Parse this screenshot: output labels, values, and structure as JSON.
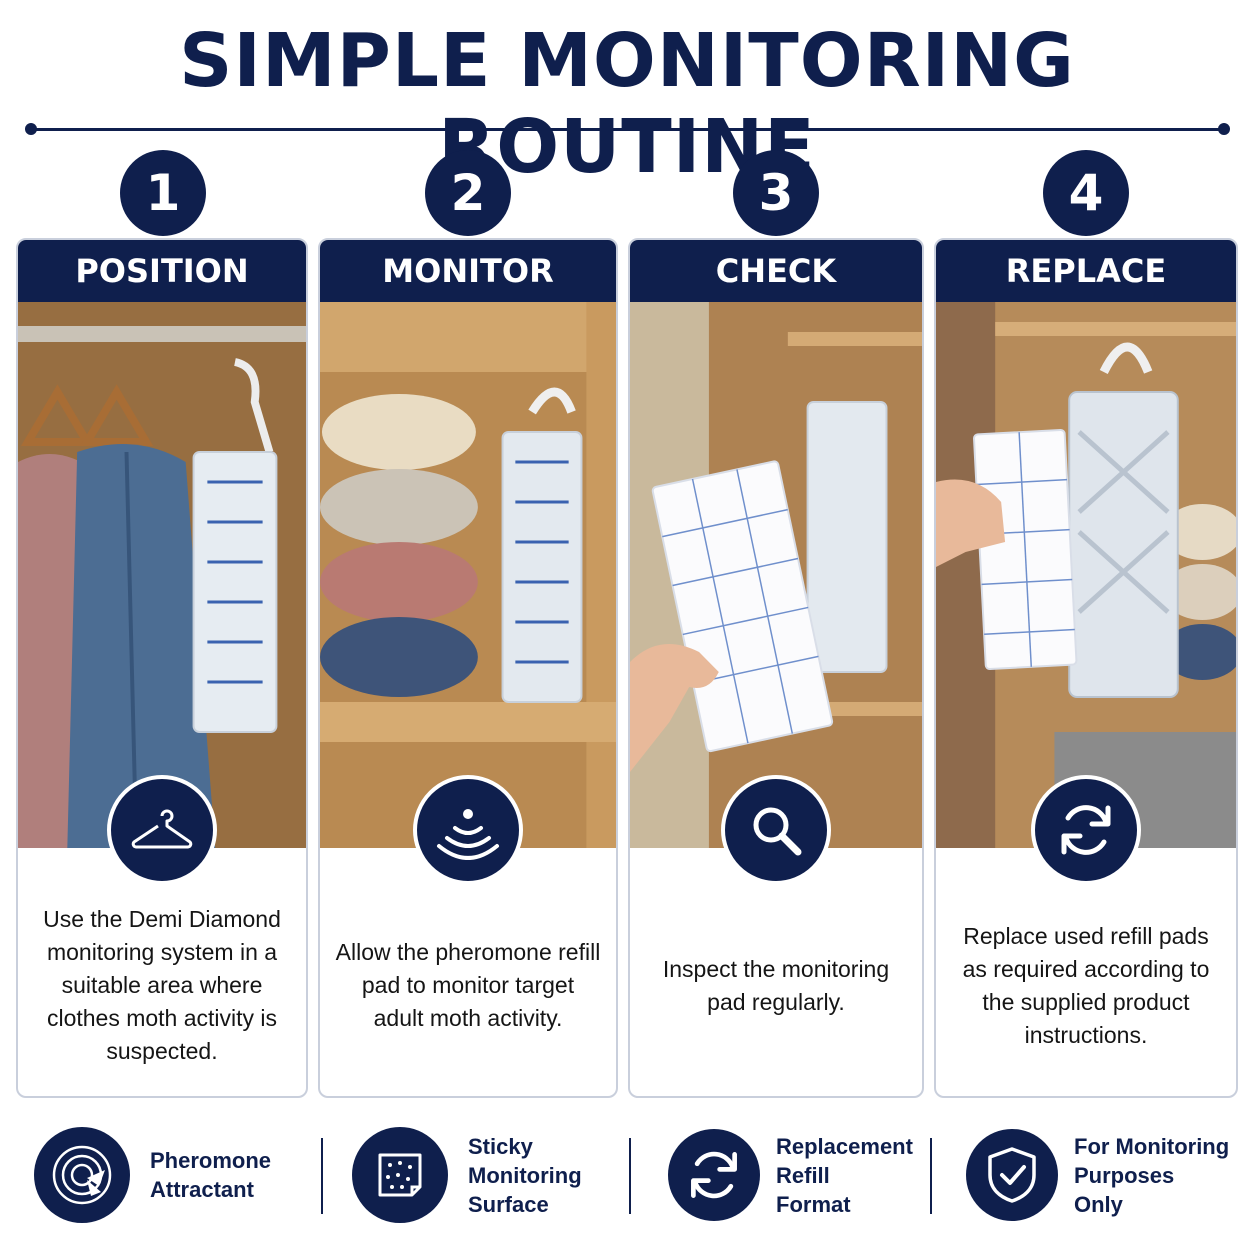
{
  "page": {
    "title": "SIMPLE MONITORING ROUTINE",
    "accent_color": "#0f1f4d"
  },
  "steps": [
    {
      "number": "1",
      "heading": "POSITION",
      "icon": "hanger-icon",
      "text": "Use the Demi Diamond monitoring system in a suitable area where clothes moth activity is suspected."
    },
    {
      "number": "2",
      "heading": "MONITOR",
      "icon": "signal-waves-icon",
      "text": "Allow the pheromone refill pad to monitor target adult moth activity."
    },
    {
      "number": "3",
      "heading": "CHECK",
      "icon": "magnifier-icon",
      "text": "Inspect the monitoring pad regularly."
    },
    {
      "number": "4",
      "heading": "REPLACE",
      "icon": "refresh-icon",
      "text": "Replace used refill pads as required according to the supplied product instructions."
    }
  ],
  "features": [
    {
      "label": "Pheromone\nAttractant",
      "icon": "moth-target-icon"
    },
    {
      "label": "Sticky\nMonitoring\nSurface",
      "icon": "sticky-pad-icon"
    },
    {
      "label": "Replacement\nRefill\nFormat",
      "icon": "refresh-icon"
    },
    {
      "label": "For Monitoring\nPurposes\nOnly",
      "icon": "shield-check-icon"
    }
  ]
}
